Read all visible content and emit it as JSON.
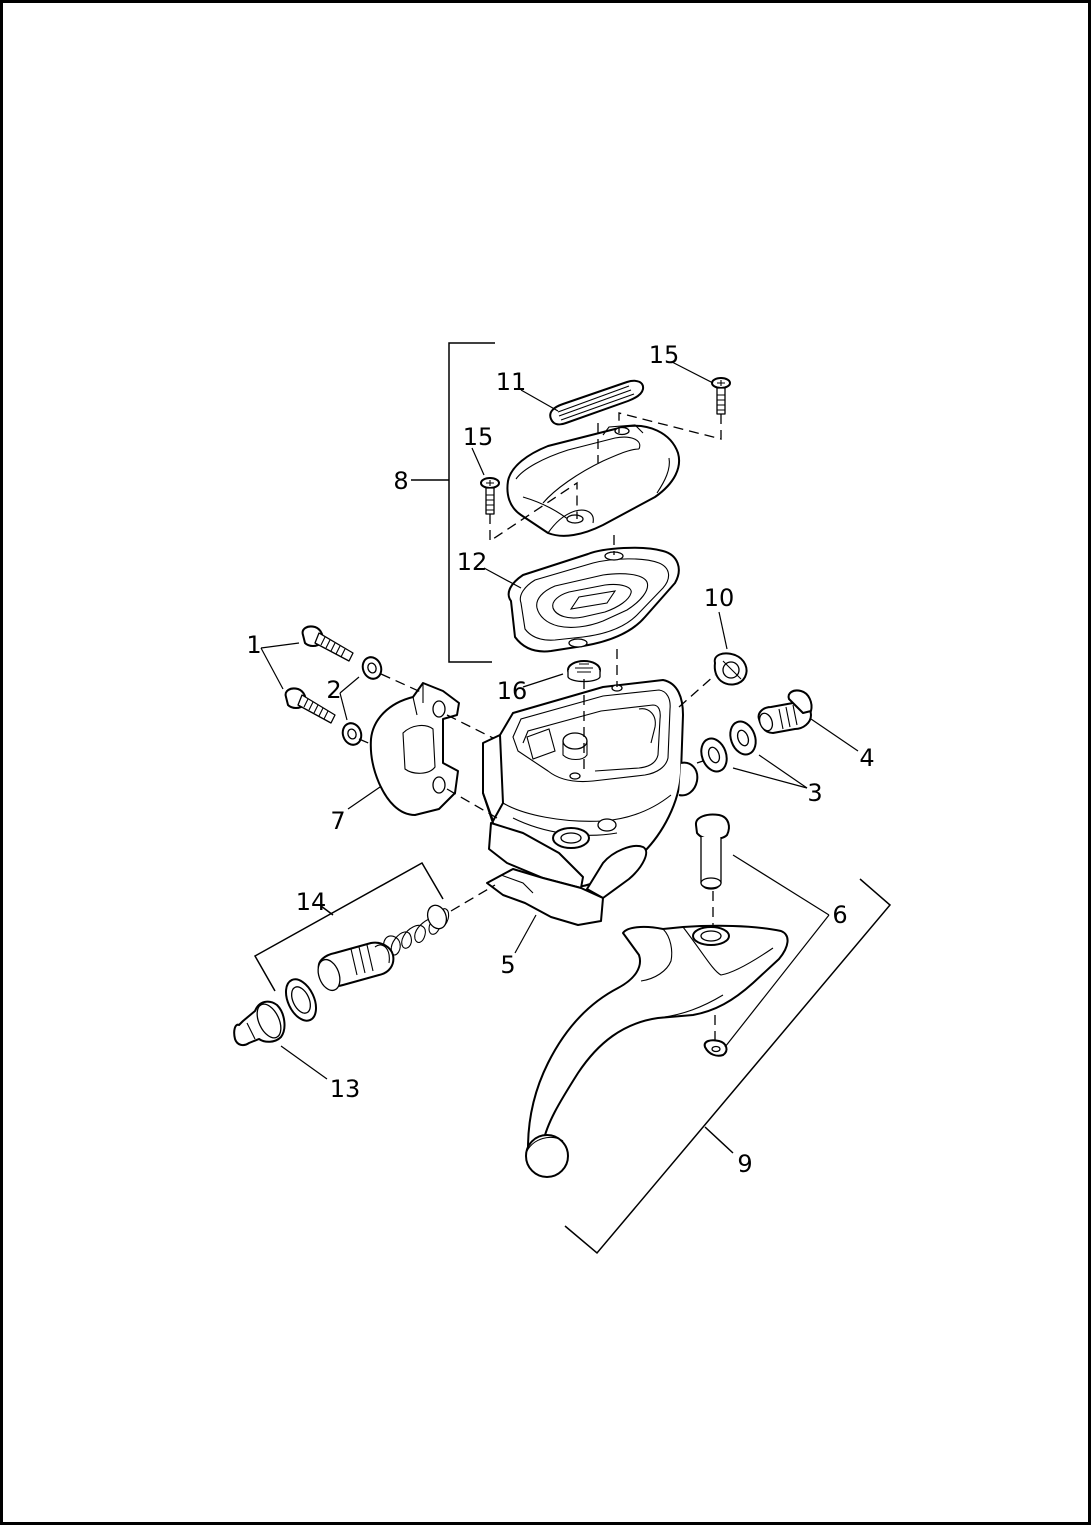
{
  "diagram": {
    "callouts": {
      "c1": "1",
      "c2": "2",
      "c3": "3",
      "c4": "4",
      "c5": "5",
      "c6": "6",
      "c7": "7",
      "c8": "8",
      "c9": "9",
      "c10": "10",
      "c11": "11",
      "c12": "12",
      "c13": "13",
      "c14": "14",
      "c15a": "15",
      "c15b": "15",
      "c16": "16"
    }
  }
}
